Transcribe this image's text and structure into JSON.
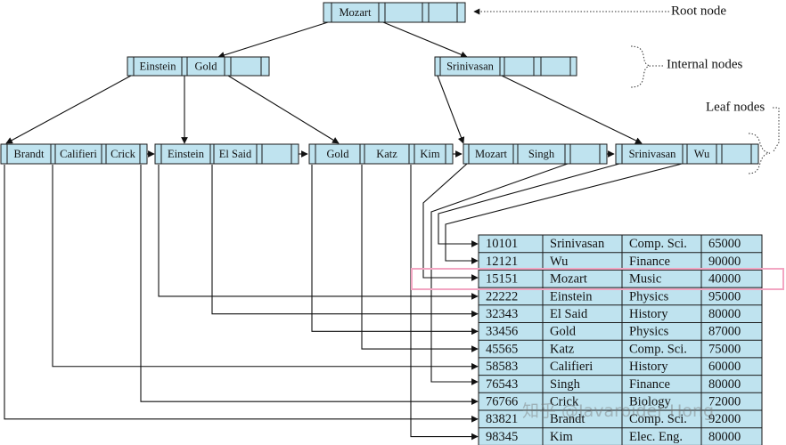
{
  "labels": {
    "root": "Root node",
    "internal": "Internal nodes",
    "leaf": "Leaf nodes"
  },
  "nodes": [
    {
      "id": "root",
      "keys": [
        "Mozart",
        "",
        ""
      ]
    },
    {
      "id": "internal-left",
      "keys": [
        "Einstein",
        "Gold",
        ""
      ]
    },
    {
      "id": "internal-right",
      "keys": [
        "Srinivasan",
        "",
        ""
      ]
    },
    {
      "id": "leaf-1",
      "keys": [
        "Brandt",
        "Califieri",
        "Crick"
      ]
    },
    {
      "id": "leaf-2",
      "keys": [
        "Einstein",
        "El Said",
        ""
      ]
    },
    {
      "id": "leaf-3",
      "keys": [
        "Gold",
        "Katz",
        "Kim"
      ]
    },
    {
      "id": "leaf-4",
      "keys": [
        "Mozart",
        "Singh",
        ""
      ]
    },
    {
      "id": "leaf-5",
      "keys": [
        "Srinivasan",
        "Wu",
        ""
      ]
    }
  ],
  "table": {
    "highlighted_row": 2,
    "rows": [
      [
        "10101",
        "Srinivasan",
        "Comp. Sci.",
        "65000"
      ],
      [
        "12121",
        "Wu",
        "Finance",
        "90000"
      ],
      [
        "15151",
        "Mozart",
        "Music",
        "40000"
      ],
      [
        "22222",
        "Einstein",
        "Physics",
        "95000"
      ],
      [
        "32343",
        "El Said",
        "History",
        "80000"
      ],
      [
        "33456",
        "Gold",
        "Physics",
        "87000"
      ],
      [
        "45565",
        "Katz",
        "Comp. Sci.",
        "75000"
      ],
      [
        "58583",
        "Califieri",
        "History",
        "60000"
      ],
      [
        "76543",
        "Singh",
        "Finance",
        "80000"
      ],
      [
        "76766",
        "Crick",
        "Biology",
        "72000"
      ],
      [
        "83821",
        "Brandt",
        "Comp. Sci.",
        "92000"
      ],
      [
        "98345",
        "Kim",
        "Elec. Eng.",
        "80000"
      ]
    ]
  },
  "watermark": "知乎 @Javaroider Hong",
  "colors": {
    "node_fill": "#bfe3ef",
    "highlight": "#f2a6c2"
  }
}
